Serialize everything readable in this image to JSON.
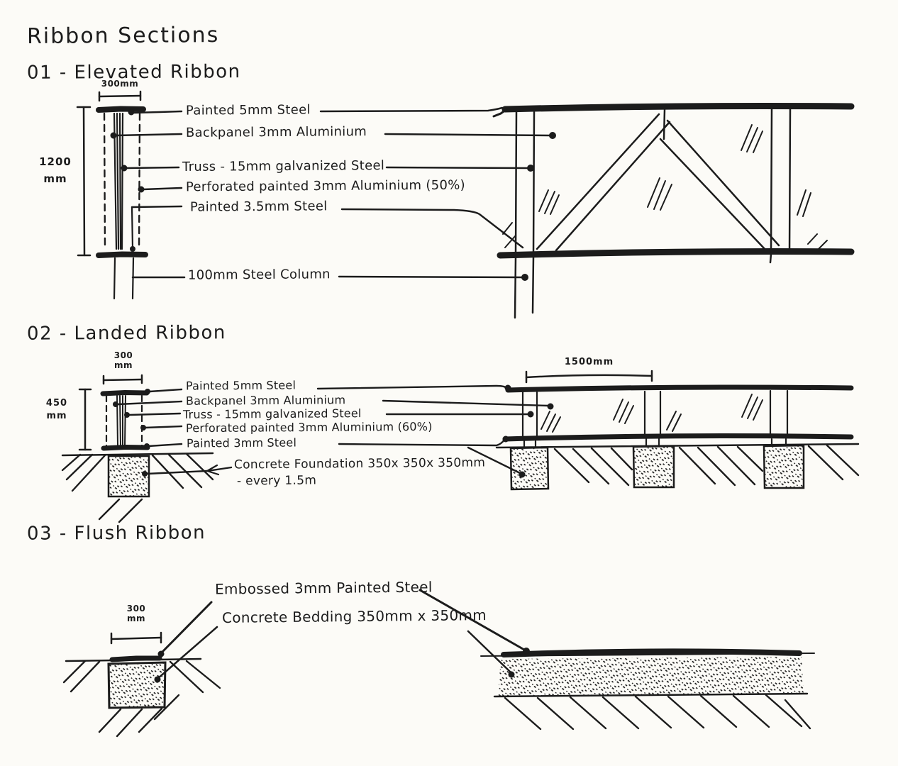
{
  "title": "Ribbon Sections",
  "sections": {
    "s1": {
      "heading": "01 - Elevated Ribbon",
      "dims": {
        "width": "300mm",
        "height_value": "1200",
        "height_unit": "mm"
      },
      "labels": [
        "Painted 5mm Steel",
        "Backpanel 3mm Aluminium",
        "Truss - 15mm galvanized Steel",
        "Perforated painted 3mm Aluminium (50%)",
        "Painted 3.5mm Steel",
        "100mm Steel Column"
      ]
    },
    "s2": {
      "heading": "02 - Landed Ribbon",
      "dims": {
        "width_value": "300",
        "width_unit": "mm",
        "height_value": "450",
        "height_unit": "mm",
        "span": "1500mm"
      },
      "labels": [
        "Painted 5mm Steel",
        "Backpanel 3mm Aluminium",
        "Truss - 15mm galvanized Steel",
        "Perforated painted 3mm Aluminium (60%)",
        "Painted 3mm Steel"
      ],
      "foundation_note_line1": "Concrete Foundation 350x 350x 350mm",
      "foundation_note_line2": "- every 1.5m"
    },
    "s3": {
      "heading": "03 - Flush Ribbon",
      "dims": {
        "width_value": "300",
        "width_unit": "mm"
      },
      "labels": [
        "Embossed 3mm Painted Steel",
        "Concrete Bedding 350mm x 350mm"
      ]
    }
  },
  "style": {
    "ink": "#1c1c1c",
    "paper": "#fcfbf7"
  }
}
